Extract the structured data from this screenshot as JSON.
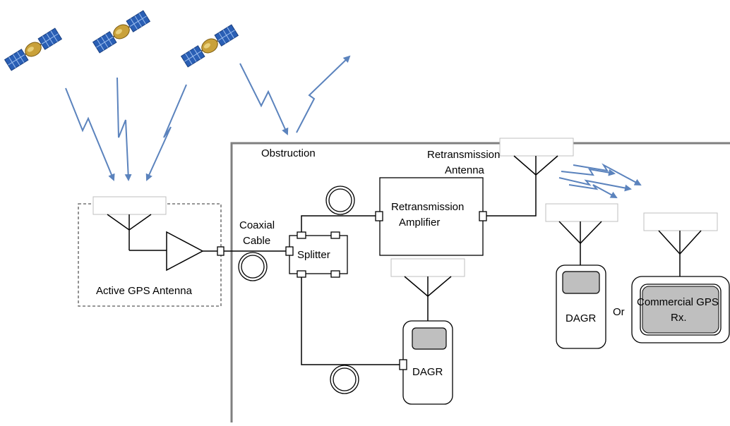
{
  "labels": {
    "obstruction": "Obstruction",
    "retransmission_antenna_line1": "Retransmission",
    "retransmission_antenna_line2": "Antenna",
    "coaxial_cable_line1": "Coaxial",
    "coaxial_cable_line2": "Cable",
    "splitter": "Splitter",
    "retransmission_amplifier_line1": "Retransmission",
    "retransmission_amplifier_line2": "Amplifier",
    "active_gps_antenna": "Active GPS Antenna",
    "dagr_left": "DAGR",
    "dagr_right": "DAGR",
    "or": "Or",
    "commercial_rx_line1": "Commercial GPS",
    "commercial_rx_line2": "Rx."
  },
  "colors": {
    "signal_arrow": "#5b83bd",
    "line": "#000000",
    "obstruction_wall": "#7f7f7f",
    "antenna_box_border": "#bfbfbf",
    "device_screen": "#bfbfbf",
    "satellite_panel": "#2a5fb5",
    "satellite_body": "#c9a13a"
  },
  "icons": [
    "satellite-icon",
    "antenna-icon",
    "amplifier-triangle-icon",
    "cable-coil-icon",
    "connector-icon",
    "dagr-device-icon",
    "commercial-gps-receiver-icon"
  ]
}
